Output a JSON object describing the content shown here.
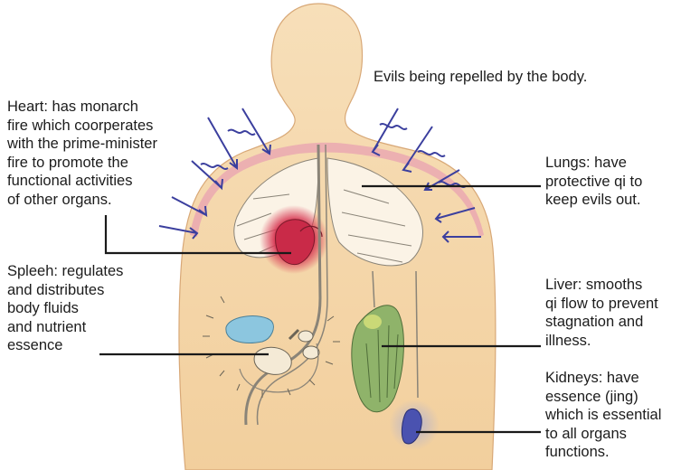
{
  "diagram": {
    "colors": {
      "skin": "#f5d9ad",
      "skin_edge": "#d8a877",
      "aura": "#e8a2b2",
      "arrow": "#3b3f9e",
      "leader_line": "#1a1a1a",
      "heart": "#d83a55",
      "liver": "#8fb36a",
      "kidney": "#4a52b0"
    },
    "labels": {
      "evils": {
        "lines": [
          "Evils being repelled by the body."
        ]
      },
      "heart": {
        "lines": [
          "Heart:  has  monarch",
          "fire which coorperates",
          "with the prime-minister",
          "fire to promote the",
          "functional activities",
          "of other organs."
        ]
      },
      "lungs": {
        "lines": [
          "Lungs: have",
          "protective qi to",
          "keep evils out."
        ]
      },
      "spleen": {
        "lines": [
          "Spleeh: regulates",
          "and distributes",
          "body fluids",
          "and nutrient",
          "essence"
        ]
      },
      "liver": {
        "lines": [
          "Liver: smooths",
          "qi flow to prevent",
          "stagnation and",
          "illness."
        ]
      },
      "kidneys": {
        "lines": [
          "Kidneys: have",
          "essence (jing)",
          "which is essential",
          "to all organs",
          "functions."
        ]
      }
    }
  }
}
